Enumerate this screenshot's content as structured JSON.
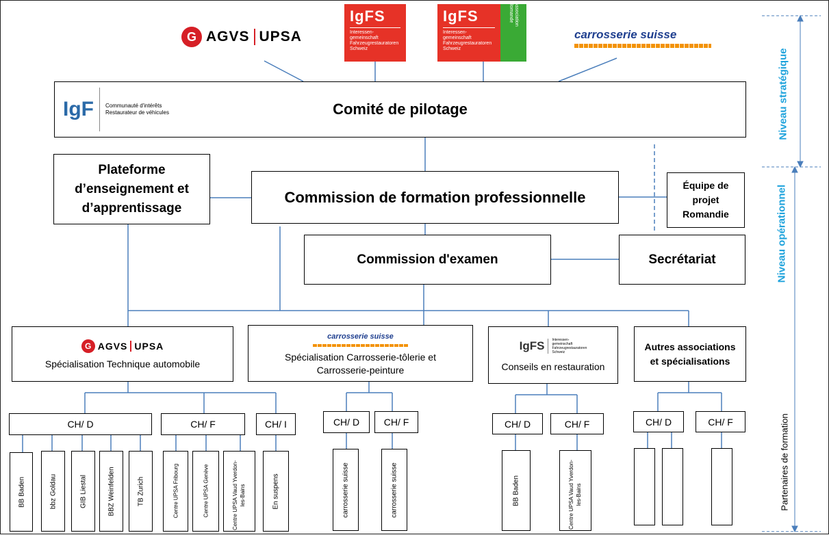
{
  "logos": {
    "agvs": {
      "icon": "G",
      "left": "AGVS",
      "right": "UPSA"
    },
    "igfs_mark": "IgFS",
    "igfs_sub": "Interessen-\ngemeinschaft\nFahrzeugrestauratoren\nSchweiz",
    "igfs_assoc": "Association\nRomande",
    "carrosserie": "carrosserie suisse",
    "igf_mark": "IgF",
    "igf_sub": "Communauté d'intérêts\nRestaurateur de véhicules"
  },
  "boxes": {
    "comite": "Comité de pilotage",
    "plateforme": "Plateforme d’enseignement et d’apprentissage",
    "commission_formation": "Commission de formation professionnelle",
    "equipe": "Équipe de projet Romandie",
    "commission_examen": "Commission d'examen",
    "secretariat": "Secrétariat"
  },
  "specialisations": {
    "technique": "Spécialisation Technique automobile",
    "carrosserie": "Spécialisation Carrosserie-tôlerie et Carrosserie-peinture",
    "conseils": "Conseils en restauration",
    "autres": "Autres associations et spécialisations"
  },
  "regions": [
    "CH/ D",
    "CH/ F",
    "CH/ I",
    "CH/ D",
    "CH/ F",
    "CH/ D",
    "CH/ F",
    "CH/ D",
    "CH/ F"
  ],
  "schools": [
    "BB Baden",
    "bbz Goldau",
    "GIB Liestal",
    "BBZ Weinfelden",
    "TB Zurich",
    "Centre UPSA Fribourg",
    "Centre UPSA Genève",
    "Centre UPSA Vaud Yverdon-les-Bains",
    "En suspens",
    "carrosserie suisse",
    "carrosserie suisse",
    "BB Baden",
    "Centre UPSA Vaud Yverdon-les-Bains",
    "",
    "",
    ""
  ],
  "levels": {
    "strategique": "Niveau stratégique",
    "operationnel": "Niveau opérationnel",
    "partenaires": "Partenaires de formation"
  },
  "colors": {
    "line": "#4a7ebb",
    "accent": "#1fa3dc",
    "igfs_red": "#e63227",
    "igfs_green": "#3aaa35",
    "cs_orange": "#f39200",
    "cs_blue": "#1f3f8f"
  }
}
